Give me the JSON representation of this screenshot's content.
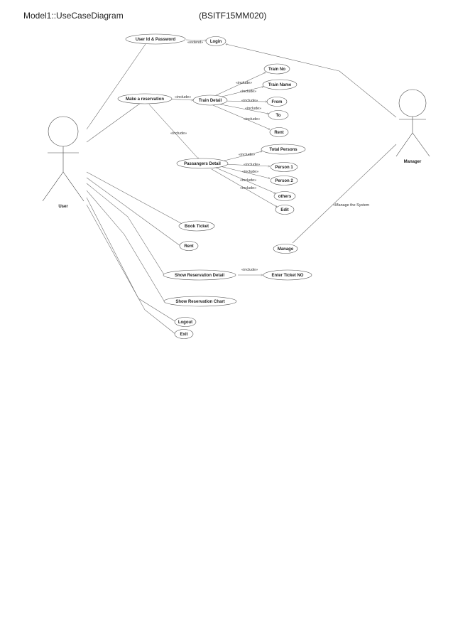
{
  "header": {
    "model_title": "Model1::UseCaseDiagram",
    "student_id": "(BSITF15MM020)"
  },
  "actors": {
    "user": "User",
    "manager": "Manager"
  },
  "use_cases": {
    "user_id_password": "User Id & Password",
    "login": "Login",
    "train_no": "Train No",
    "train_name": "Train Name",
    "make_reservation": "Make a reservation",
    "train_detail": "Train Detail",
    "from": "From",
    "to": "To",
    "rent_top": "Rent",
    "total_persons": "Total Persons",
    "passengers_detail": "Passangers Detail",
    "person_1": "Person 1",
    "person_2": "Person 2",
    "others": "others",
    "edit": "Edit",
    "book_ticket": "Book Ticket",
    "rent_bottom": "Rent",
    "manage": "Manage",
    "show_reservation_detail": "Show Reservation Detail",
    "enter_ticket_no": "Enter Ticket NO",
    "show_reservation_chart": "Show Reservation Chart",
    "logout": "Logout",
    "exit": "Exit"
  },
  "stereotypes": {
    "extend": "«extend»",
    "include": "«include»"
  },
  "labels": {
    "manage_the_system": "+Manage the System"
  }
}
